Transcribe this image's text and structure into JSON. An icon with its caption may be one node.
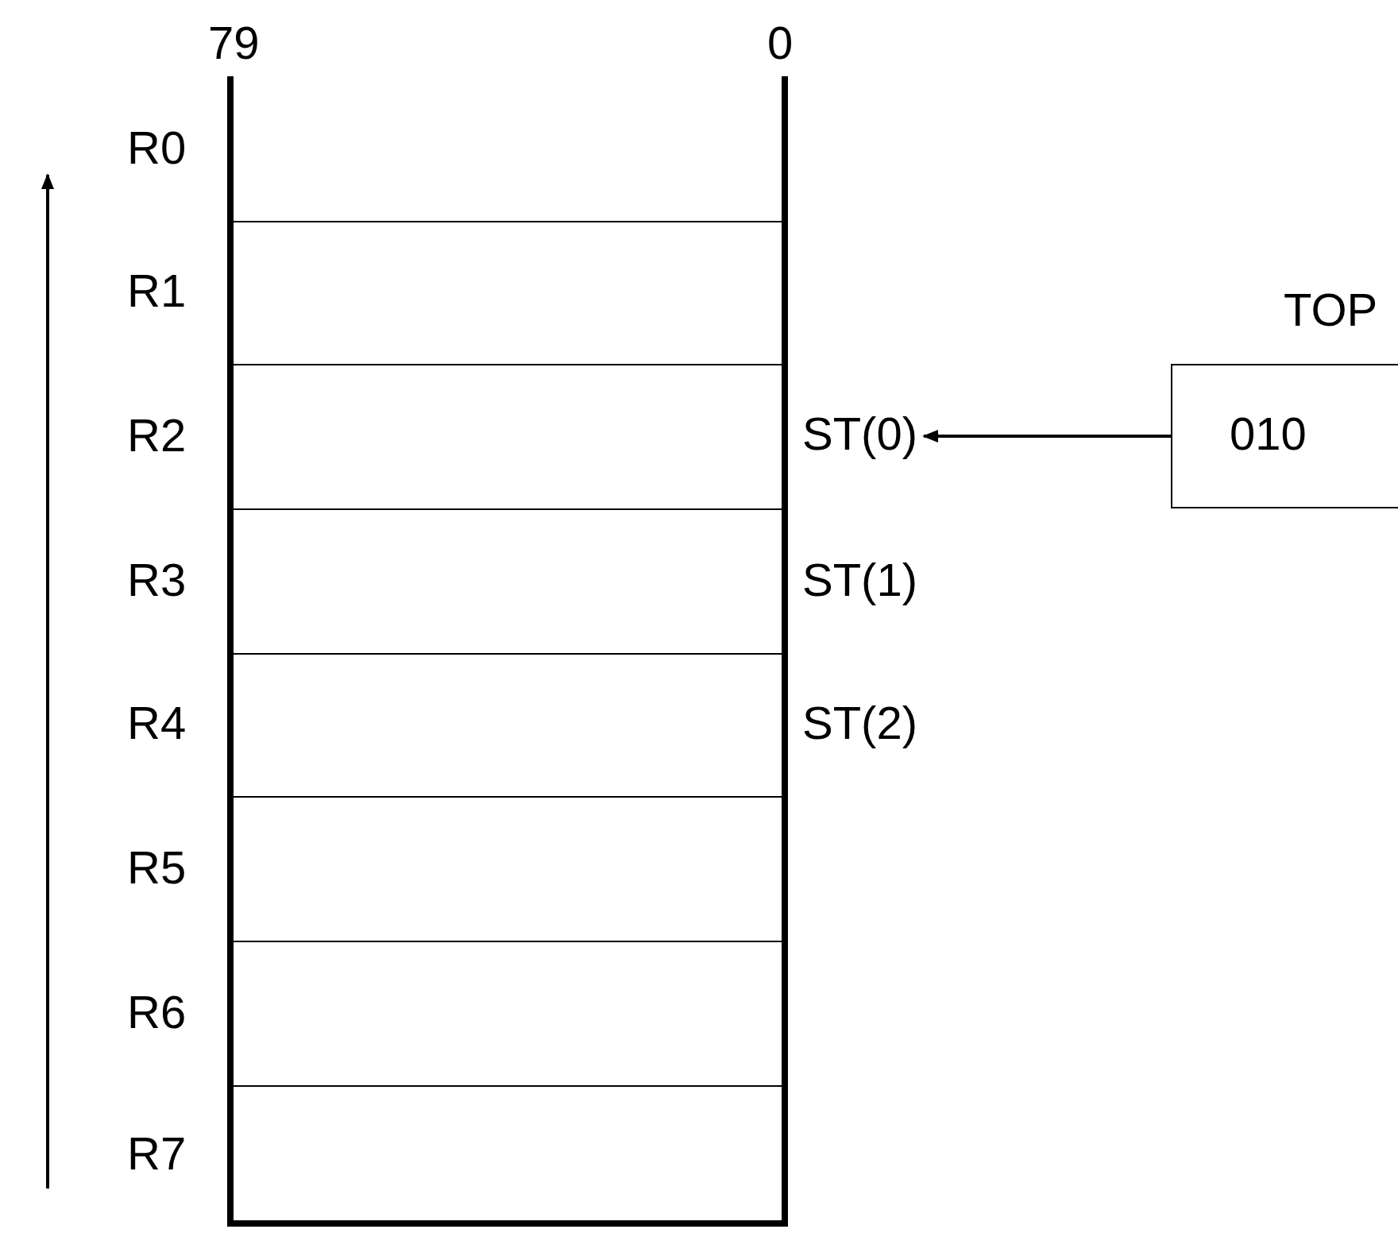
{
  "diagram": {
    "nodes": [
      {
        "text": [],
        "shape": "box",
        "beside": [
          "R0"
        ]
      },
      {
        "text": [],
        "shape": "box",
        "beside": [
          "R1"
        ]
      },
      {
        "text": [],
        "shape": "box",
        "beside": [
          "R2"
        ]
      },
      {
        "text": [],
        "shape": "box",
        "beside": [
          "R3",
          "ST(1)"
        ]
      },
      {
        "text": [],
        "shape": "box",
        "beside": [
          "R4",
          "ST(2)"
        ]
      },
      {
        "text": [],
        "shape": "box",
        "beside": [
          "R5"
        ]
      },
      {
        "text": [],
        "shape": "box",
        "beside": [
          "R6"
        ]
      },
      {
        "text": [],
        "shape": "box",
        "beside": [
          "R7"
        ]
      },
      {
        "text": [
          "ST(0)"
        ]
      },
      {
        "text": [
          "TOP",
          "010"
        ]
      }
    ],
    "edges": [
      {
        "from": 9,
        "to": 8,
        "arrow": "to"
      }
    ],
    "labels": [
      "79",
      "0"
    ]
  }
}
